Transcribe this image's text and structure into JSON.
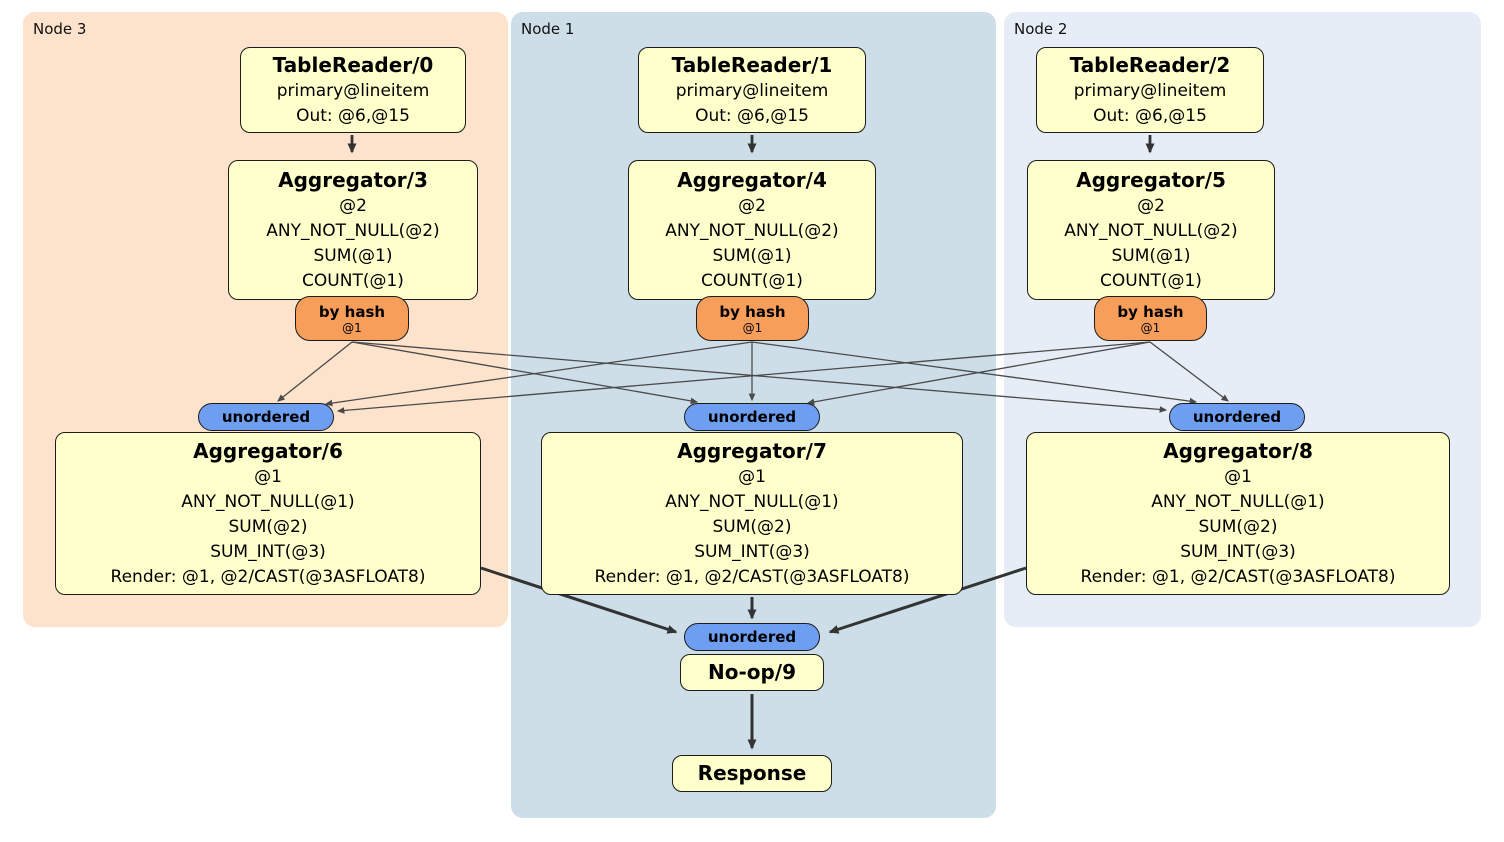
{
  "nodes": [
    {
      "label": "Node 3",
      "table_reader": {
        "title": "TableReader/0",
        "lines": [
          "primary@lineitem",
          "Out: @6,@15"
        ]
      },
      "aggregator_top": {
        "title": "Aggregator/3",
        "lines": [
          "@2",
          "ANY_NOT_NULL(@2)",
          "SUM(@1)",
          "COUNT(@1)"
        ]
      },
      "router": {
        "label": "by hash",
        "detail": "@1"
      },
      "stream": {
        "label": "unordered"
      },
      "aggregator_bottom": {
        "title": "Aggregator/6",
        "lines": [
          "@1",
          "ANY_NOT_NULL(@1)",
          "SUM(@2)",
          "SUM_INT(@3)",
          "Render: @1, @2/CAST(@3ASFLOAT8)"
        ]
      }
    },
    {
      "label": "Node 1",
      "table_reader": {
        "title": "TableReader/1",
        "lines": [
          "primary@lineitem",
          "Out: @6,@15"
        ]
      },
      "aggregator_top": {
        "title": "Aggregator/4",
        "lines": [
          "@2",
          "ANY_NOT_NULL(@2)",
          "SUM(@1)",
          "COUNT(@1)"
        ]
      },
      "router": {
        "label": "by hash",
        "detail": "@1"
      },
      "stream": {
        "label": "unordered"
      },
      "aggregator_bottom": {
        "title": "Aggregator/7",
        "lines": [
          "@1",
          "ANY_NOT_NULL(@1)",
          "SUM(@2)",
          "SUM_INT(@3)",
          "Render: @1, @2/CAST(@3ASFLOAT8)"
        ]
      }
    },
    {
      "label": "Node 2",
      "table_reader": {
        "title": "TableReader/2",
        "lines": [
          "primary@lineitem",
          "Out: @6,@15"
        ]
      },
      "aggregator_top": {
        "title": "Aggregator/5",
        "lines": [
          "@2",
          "ANY_NOT_NULL(@2)",
          "SUM(@1)",
          "COUNT(@1)"
        ]
      },
      "router": {
        "label": "by hash",
        "detail": "@1"
      },
      "stream": {
        "label": "unordered"
      },
      "aggregator_bottom": {
        "title": "Aggregator/8",
        "lines": [
          "@1",
          "ANY_NOT_NULL(@1)",
          "SUM(@2)",
          "SUM_INT(@3)",
          "Render: @1, @2/CAST(@3ASFLOAT8)"
        ]
      }
    }
  ],
  "sink": {
    "stream": {
      "label": "unordered"
    },
    "noop": {
      "title": "No-op/9"
    },
    "response": {
      "title": "Response"
    }
  },
  "colors": {
    "node3_bg": "#fde2cc",
    "node1_bg": "#cddee9",
    "node2_bg": "#e7edf6",
    "processor_bg": "#ffffcc",
    "router_bg": "#f79e5b",
    "stream_bg": "#6d9eef",
    "edge": "#333333"
  }
}
